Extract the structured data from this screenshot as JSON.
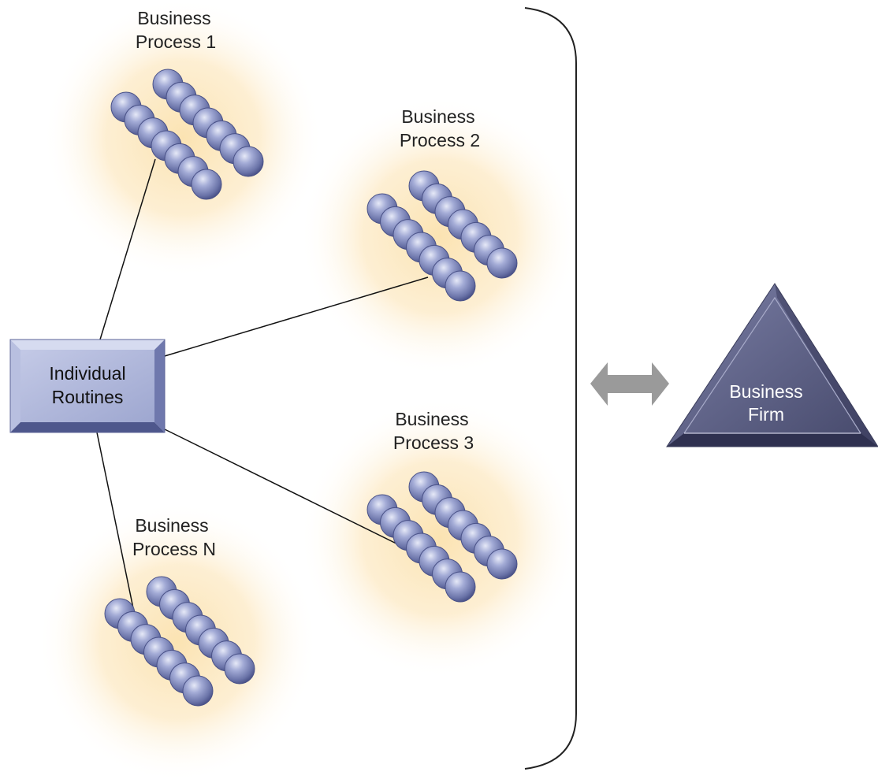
{
  "routines_box": {
    "label_line1": "Individual",
    "label_line2": "Routines"
  },
  "processes": [
    {
      "id": "process-1",
      "label_line1": "Business",
      "label_line2": "Process 1"
    },
    {
      "id": "process-2",
      "label_line1": "Business",
      "label_line2": "Process 2"
    },
    {
      "id": "process-3",
      "label_line1": "Business",
      "label_line2": "Process 3"
    },
    {
      "id": "process-n",
      "label_line1": "Business",
      "label_line2": "Process N"
    }
  ],
  "firm": {
    "label_line1": "Business",
    "label_line2": "Firm"
  },
  "colors": {
    "glow": "#fbe3b2",
    "ball_light": "#c9d0ea",
    "ball_mid": "#8b94c6",
    "ball_dark": "#4a5288",
    "box_face": "#a9b1d6",
    "box_edge": "#5d6699",
    "firm_face": "#5d6083",
    "arrow": "#9a9a9a",
    "line": "#111111"
  }
}
